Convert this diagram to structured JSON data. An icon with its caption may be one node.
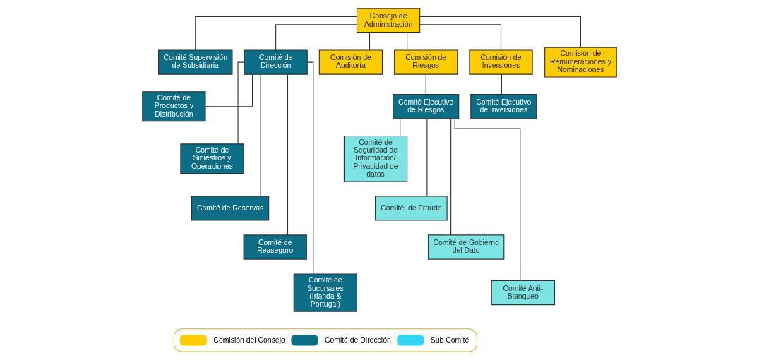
{
  "diagram": {
    "nodes": [
      {
        "text": [
          "Consejo de Administración"
        ]
      },
      {
        "text": [
          "Comité Supervisión de Subsidiaria"
        ]
      },
      {
        "text": [
          "Comité de Dirección"
        ]
      },
      {
        "text": [
          "Comisión de Auditoría"
        ]
      },
      {
        "text": [
          "Comisión de Riesgos"
        ]
      },
      {
        "text": [
          "Comisión de Inversiones"
        ]
      },
      {
        "text": [
          "Comisión de Remuneraciones y Nominaciones"
        ]
      },
      {
        "text": [
          "Comité de Productos y Distribución"
        ]
      },
      {
        "text": [
          "Comité de Siniestros y Operaciones"
        ]
      },
      {
        "text": [
          "Comité de Reservas"
        ]
      },
      {
        "text": [
          "Comité de Reaseguro"
        ]
      },
      {
        "text": [
          "Comité de Sucursales (Irlanda & Portugal)"
        ]
      },
      {
        "text": [
          "Comité Ejecutivo de Riesgos"
        ]
      },
      {
        "text": [
          "Comité Ejecutivo de Inversiones"
        ]
      },
      {
        "text": [
          "Comité de Seguridad de Información/ Privacidad de datos"
        ]
      },
      {
        "text": [
          "Comité  de Fraude"
        ]
      },
      {
        "text": [
          "Comité de Gobierno del Dato"
        ]
      },
      {
        "text": [
          "Comité Anti-Blanqueo"
        ]
      }
    ],
    "edges": [
      {
        "from": 0,
        "to": 1,
        "arrow": "none"
      },
      {
        "from": 0,
        "to": 2,
        "arrow": "none"
      },
      {
        "from": 0,
        "to": 3,
        "arrow": "none"
      },
      {
        "from": 0,
        "to": 4,
        "arrow": "none"
      },
      {
        "from": 0,
        "to": 5,
        "arrow": "none"
      },
      {
        "from": 0,
        "to": 6,
        "arrow": "none"
      },
      {
        "from": 2,
        "to": 7,
        "arrow": "none"
      },
      {
        "from": 2,
        "to": 8,
        "arrow": "none"
      },
      {
        "from": 2,
        "to": 9,
        "arrow": "none"
      },
      {
        "from": 2,
        "to": 10,
        "arrow": "none"
      },
      {
        "from": 2,
        "to": 11,
        "arrow": "none"
      },
      {
        "from": 4,
        "to": 12,
        "arrow": "none"
      },
      {
        "from": 5,
        "to": 13,
        "arrow": "none"
      },
      {
        "from": 12,
        "to": 14,
        "arrow": "none"
      },
      {
        "from": 12,
        "to": 15,
        "arrow": "none"
      },
      {
        "from": 12,
        "to": 16,
        "arrow": "none"
      },
      {
        "from": 12,
        "to": 17,
        "arrow": "none"
      }
    ],
    "legend": [
      {
        "text": "Comisión del Consejo",
        "color": "#ffcc00"
      },
      {
        "text": "Comité de Dirección",
        "color": "#0b6e86"
      },
      {
        "text": "Sub Comité",
        "color": "#33d4f2"
      }
    ]
  }
}
